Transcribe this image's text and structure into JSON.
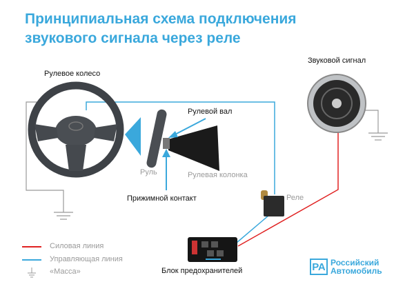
{
  "title": {
    "line1": "Принципиальная схема подключения",
    "line2": "звукового сигнала через реле"
  },
  "labels": {
    "steering_wheel": "Рулевое колесо",
    "horn": "Звуковой сигнал",
    "steering_shaft": "Рулевой вал",
    "wheel": "Руль",
    "steering_column": "Рулевая колонка",
    "contact": "Прижимной контакт",
    "relay": "Реле",
    "fuse_block": "Блок предохранителей"
  },
  "legend": [
    {
      "label": "Силовая линия",
      "color": "#e02020"
    },
    {
      "label": "Управляющая линия",
      "color": "#3aa8dc"
    },
    {
      "label": "«Масса»",
      "color": "#999999"
    }
  ],
  "logo": {
    "mark": "РА",
    "line1": "Российский",
    "line2": "Автомобиль"
  }
}
